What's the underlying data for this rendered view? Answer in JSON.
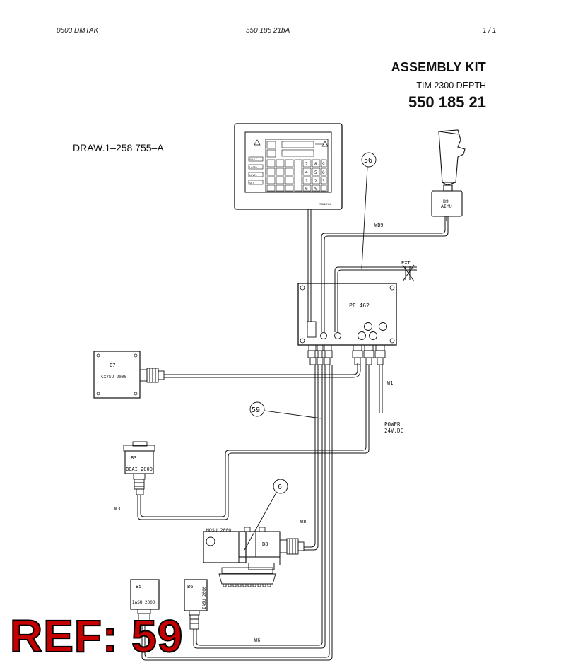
{
  "header": {
    "left": "0503   DMTAK",
    "center": "550 185 21bA",
    "right": "1 / 1"
  },
  "title_block": {
    "title": "ASSEMBLY KIT",
    "subtitle": "TIM 2300 DEPTH",
    "number": "550 185 21"
  },
  "drawing_number": "DRAW.1–258 755–A",
  "components": {
    "display": {
      "brand": "TANIOMOK"
    },
    "joystick": {
      "id": "B9",
      "name": "AIMU"
    },
    "processor": {
      "name": "PE 462"
    },
    "sensor_b7": {
      "id": "B7",
      "name": "CXYSU 2000"
    },
    "sensor_b3": {
      "id": "B3",
      "name": "BOAI 2000"
    },
    "sensor_b8": {
      "id": "B8",
      "name": "HOSU 2000"
    },
    "sensor_b5": {
      "id": "B5",
      "name": "IASU 2000"
    },
    "sensor_b6": {
      "id": "B6",
      "name": "IASU 2000"
    }
  },
  "wires": {
    "wb9": "WB9",
    "w1": "W1",
    "w3": "W3",
    "w6": "W6",
    "w8": "W8",
    "ext": "EXT"
  },
  "power": {
    "line1": "POWER",
    "line2": "24V.DC"
  },
  "callouts": {
    "c56": "56",
    "c59": "59",
    "c6": "6"
  },
  "keypad": {
    "side_keys": [
      "FAULT",
      "LASER",
      "LEVEL",
      "SET"
    ],
    "digits": [
      "7",
      "8",
      "9",
      "4",
      "5",
      "6",
      "1",
      "2",
      "3",
      "0",
      "%"
    ]
  },
  "reference": "REF: 59"
}
